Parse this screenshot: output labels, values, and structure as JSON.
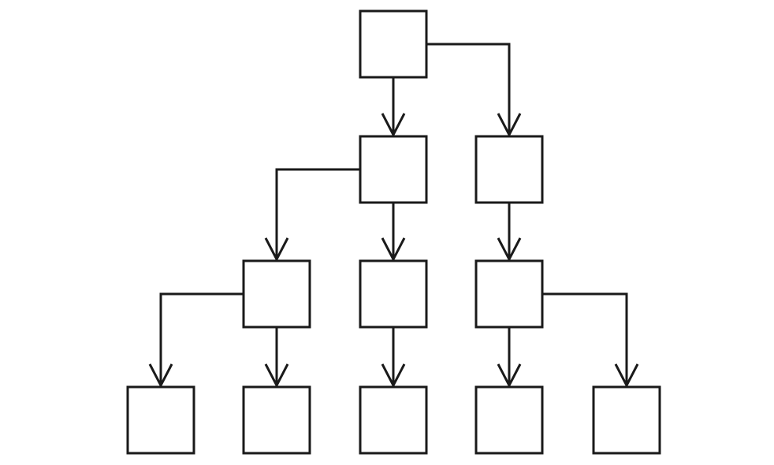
{
  "diagram": {
    "type": "tree",
    "colors": {
      "background": "#ffffff",
      "stroke": "#1a1a1a",
      "box_fill": "#ffffff"
    },
    "nodes": [
      {
        "id": "n-root",
        "label": ""
      },
      {
        "id": "n-l1-a",
        "label": ""
      },
      {
        "id": "n-l1-b",
        "label": ""
      },
      {
        "id": "n-l2-a",
        "label": ""
      },
      {
        "id": "n-l2-b",
        "label": ""
      },
      {
        "id": "n-l2-c",
        "label": ""
      },
      {
        "id": "n-l3-a",
        "label": ""
      },
      {
        "id": "n-l3-b",
        "label": ""
      },
      {
        "id": "n-l3-c",
        "label": ""
      },
      {
        "id": "n-l3-d",
        "label": ""
      },
      {
        "id": "n-l3-e",
        "label": ""
      }
    ],
    "edges": [
      {
        "from": "n-root",
        "to": "n-l1-a"
      },
      {
        "from": "n-root",
        "to": "n-l1-b"
      },
      {
        "from": "n-l1-a",
        "to": "n-l2-a"
      },
      {
        "from": "n-l1-a",
        "to": "n-l2-b"
      },
      {
        "from": "n-l1-b",
        "to": "n-l2-c"
      },
      {
        "from": "n-l2-a",
        "to": "n-l3-a"
      },
      {
        "from": "n-l2-a",
        "to": "n-l3-b"
      },
      {
        "from": "n-l2-b",
        "to": "n-l3-c"
      },
      {
        "from": "n-l2-c",
        "to": "n-l3-d"
      },
      {
        "from": "n-l2-c",
        "to": "n-l3-e"
      }
    ]
  }
}
